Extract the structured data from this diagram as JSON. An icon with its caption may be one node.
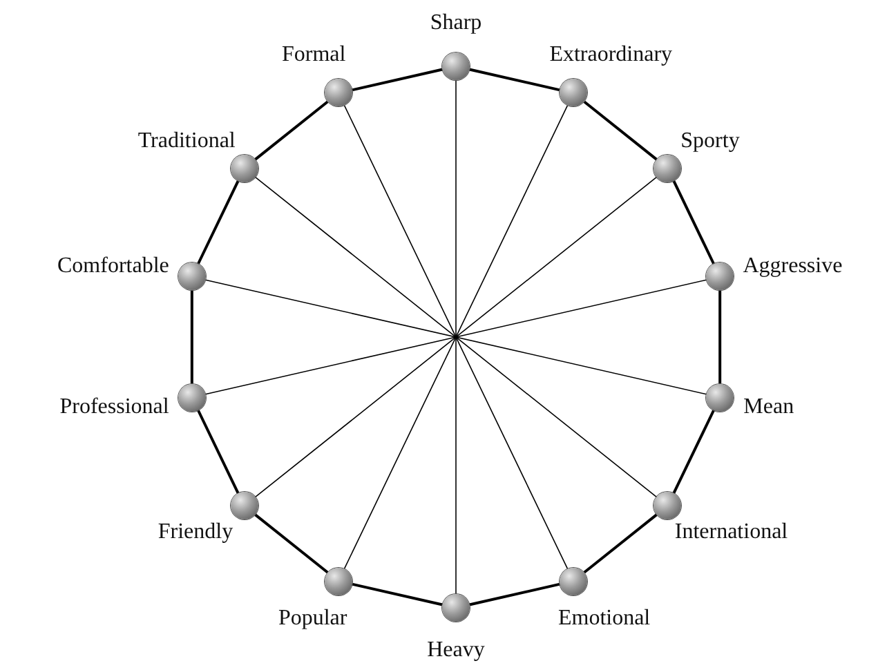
{
  "diagram": {
    "nodes": [
      {
        "text": [],
        "shape": "circle",
        "beside": [
          "Sharp"
        ]
      },
      {
        "text": [],
        "shape": "circle",
        "beside": [
          "Extraordinary"
        ]
      },
      {
        "text": [],
        "shape": "circle",
        "beside": [
          "Sporty"
        ]
      },
      {
        "text": [],
        "shape": "circle",
        "beside": [
          "Aggressive"
        ]
      },
      {
        "text": [],
        "shape": "circle",
        "beside": [
          "Mean"
        ]
      },
      {
        "text": [],
        "shape": "circle",
        "beside": [
          "International"
        ]
      },
      {
        "text": [],
        "shape": "circle",
        "beside": [
          "Emotional"
        ]
      },
      {
        "text": [],
        "shape": "circle",
        "beside": [
          "Heavy"
        ]
      },
      {
        "text": [],
        "shape": "circle",
        "beside": [
          "Popular"
        ]
      },
      {
        "text": [],
        "shape": "circle",
        "beside": [
          "Friendly"
        ]
      },
      {
        "text": [],
        "shape": "circle",
        "beside": [
          "Professional"
        ]
      },
      {
        "text": [],
        "shape": "circle",
        "beside": [
          "Comfortable"
        ]
      },
      {
        "text": [],
        "shape": "circle",
        "beside": [
          "Traditional"
        ]
      },
      {
        "text": [],
        "shape": "circle",
        "beside": [
          "Formal"
        ]
      }
    ],
    "edges": [
      {
        "from": 0,
        "to": 1,
        "arrow": "none"
      },
      {
        "from": 1,
        "to": 2,
        "arrow": "none"
      },
      {
        "from": 2,
        "to": 3,
        "arrow": "none"
      },
      {
        "from": 3,
        "to": 4,
        "arrow": "none"
      },
      {
        "from": 4,
        "to": 5,
        "arrow": "none"
      },
      {
        "from": 5,
        "to": 6,
        "arrow": "none"
      },
      {
        "from": 6,
        "to": 7,
        "arrow": "none"
      },
      {
        "from": 7,
        "to": 8,
        "arrow": "none"
      },
      {
        "from": 8,
        "to": 9,
        "arrow": "none"
      },
      {
        "from": 9,
        "to": 10,
        "arrow": "none"
      },
      {
        "from": 10,
        "to": 11,
        "arrow": "none"
      },
      {
        "from": 11,
        "to": 12,
        "arrow": "none"
      },
      {
        "from": 12,
        "to": 13,
        "arrow": "none"
      },
      {
        "from": 13,
        "to": 0,
        "arrow": "none"
      },
      {
        "from": 0,
        "to": 7,
        "arrow": "none"
      },
      {
        "from": 1,
        "to": 8,
        "arrow": "none"
      },
      {
        "from": 2,
        "to": 9,
        "arrow": "none"
      },
      {
        "from": 3,
        "to": 10,
        "arrow": "none"
      },
      {
        "from": 4,
        "to": 11,
        "arrow": "none"
      },
      {
        "from": 5,
        "to": 12,
        "arrow": "none"
      },
      {
        "from": 6,
        "to": 13,
        "arrow": "none"
      }
    ]
  }
}
